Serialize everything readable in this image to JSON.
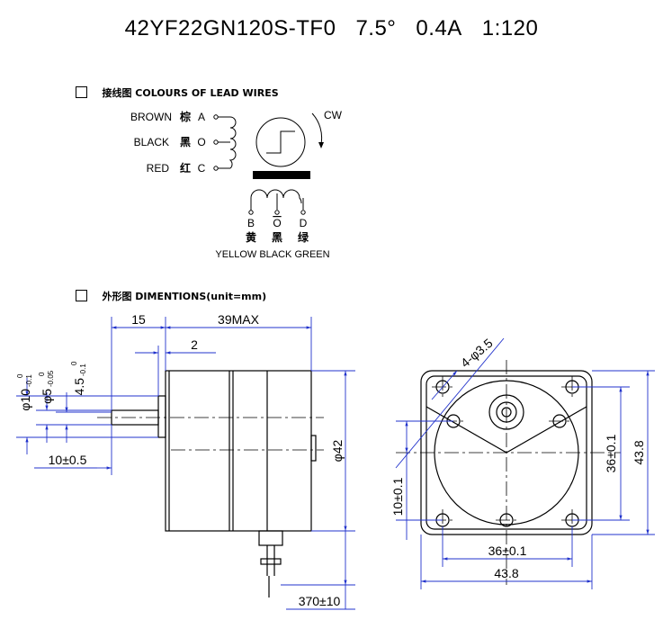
{
  "title": {
    "model": "42YF22GN120S-TF0",
    "angle": "7.5°",
    "current": "0.4A",
    "ratio": "1:120"
  },
  "wiring": {
    "section_label": "接线图 COLOURS OF LEAD WIRES",
    "direction": "CW",
    "left_leads": [
      {
        "color": "BROWN",
        "cn": "棕",
        "terminal": "A"
      },
      {
        "color": "BLACK",
        "cn": "黑",
        "terminal": "O"
      },
      {
        "color": "RED",
        "cn": "红",
        "terminal": "C"
      }
    ],
    "bottom_terminals": [
      "B",
      "O",
      "D"
    ],
    "bottom_cn": [
      "黄",
      "黑",
      "绿"
    ],
    "bottom_caption": "YELLOW BLACK GREEN"
  },
  "dimensions": {
    "section_label": "外形图 DIMENTIONS(unit=mm)",
    "side": {
      "shaft_len": "15",
      "body_len": "39MAX",
      "flange": "2",
      "d10": "φ10",
      "d10_tol_top": "0",
      "d10_tol_bot": "-0.1",
      "d5": "φ5",
      "d5_tol_top": "0",
      "d5_tol_bot": "-0.05",
      "flat": "4.5",
      "flat_tol_top": "0",
      "flat_tol_bot": "-0.1",
      "shaft_ext": "10±0.5",
      "diameter": "φ42",
      "lead_len": "370±10"
    },
    "front": {
      "holes": "4-φ3.5",
      "hole_pitch_v": "36±0.1",
      "size_v": "43.8",
      "hole_offset": "10±0.1",
      "hole_pitch_h": "36±0.1",
      "size_h": "43.8"
    }
  }
}
